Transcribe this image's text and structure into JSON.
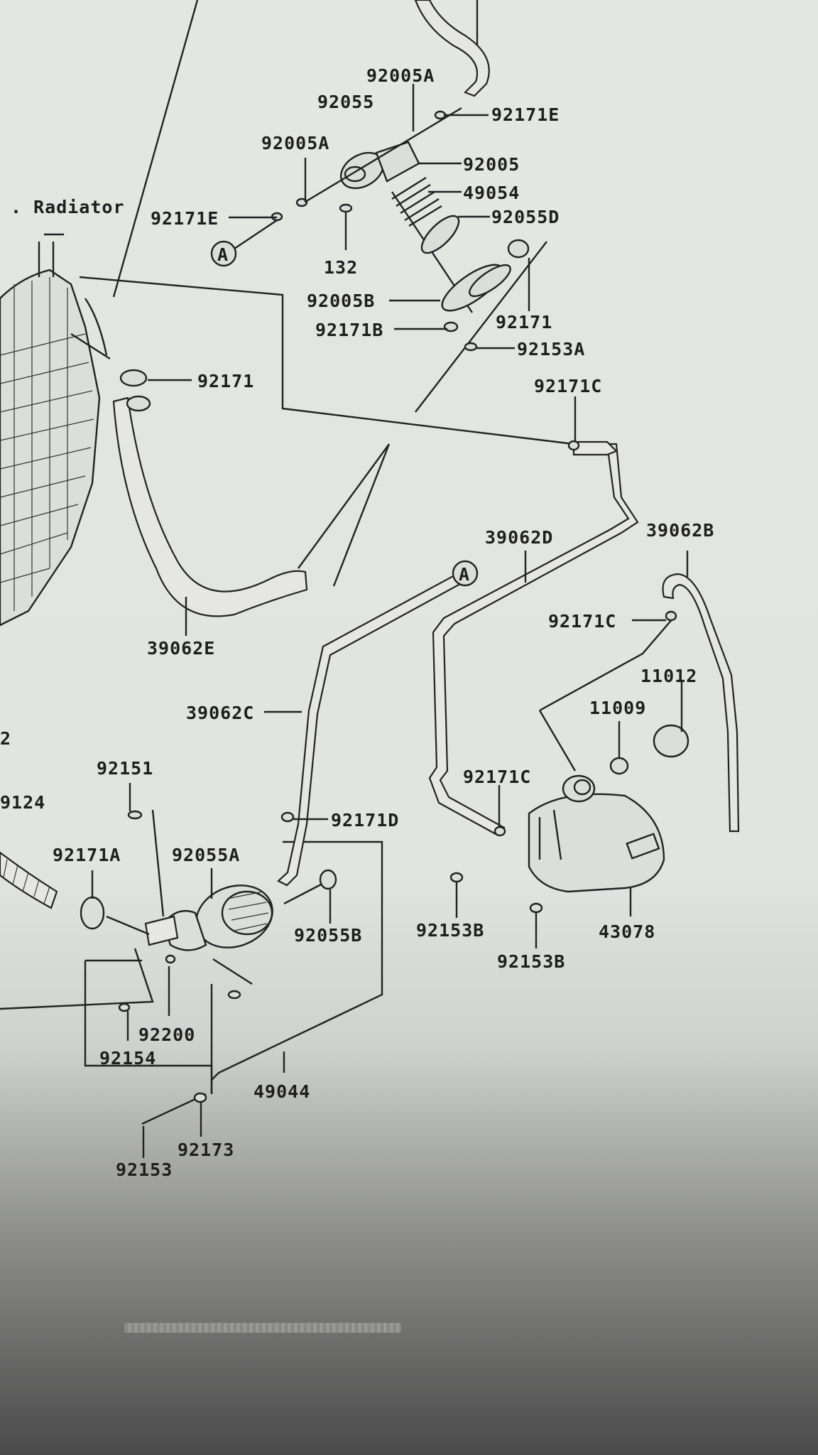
{
  "labels": {
    "radiator": ". Radiator",
    "p92005A_top": "92005A",
    "p92055": "92055",
    "p92171E_right": "92171E",
    "p92005A_mid": "92005A",
    "p92005": "92005",
    "p49054": "49054",
    "p92171E_left": "92171E",
    "p92055D": "92055D",
    "p132": "132",
    "p92005B": "92005B",
    "p92171_top": "92171",
    "p92171B": "92171B",
    "p92153A": "92153A",
    "p92171_mid": "92171",
    "p92171C_top": "92171C",
    "p39062D": "39062D",
    "p39062B": "39062B",
    "p39062E": "39062E",
    "p92171C_mid": "92171C",
    "p11012": "11012",
    "p11009": "11009",
    "p39062C": "39062C",
    "p92151": "92151",
    "p92171C_low": "92171C",
    "p9124_partial": "9124",
    "p2_partial": "2",
    "p92171D": "92171D",
    "p92171A": "92171A",
    "p92055A": "92055A",
    "p92055B": "92055B",
    "p92153B_left": "92153B",
    "p43078": "43078",
    "p92153B_right": "92153B",
    "p92200": "92200",
    "p92154": "92154",
    "p49044": "49044",
    "p92173": "92173",
    "p92153": "92153"
  },
  "markers": {
    "ref_a_upper": "A",
    "ref_a_lower": "A"
  }
}
